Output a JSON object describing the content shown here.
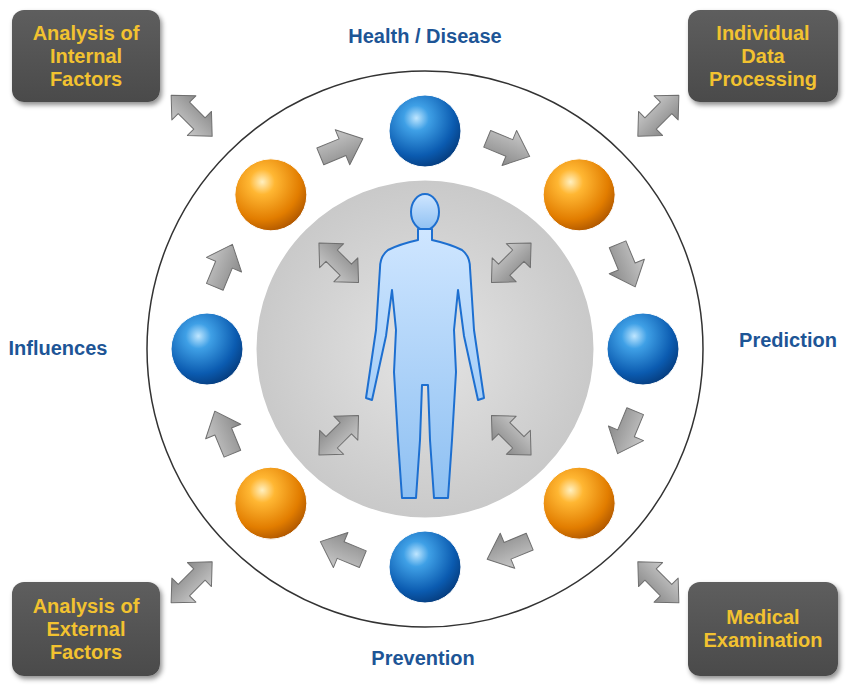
{
  "diagram": {
    "nodes": [
      {
        "text": [
          "Analysis of Internal Factors"
        ]
      },
      {
        "text": [
          "Individual Data Processing"
        ]
      },
      {
        "text": [
          "Analysis of External Factors"
        ]
      },
      {
        "text": [
          "Medical Examination"
        ]
      }
    ],
    "labels": [
      "Health / Disease",
      "Prediction",
      "Prevention",
      "Influences"
    ]
  }
}
